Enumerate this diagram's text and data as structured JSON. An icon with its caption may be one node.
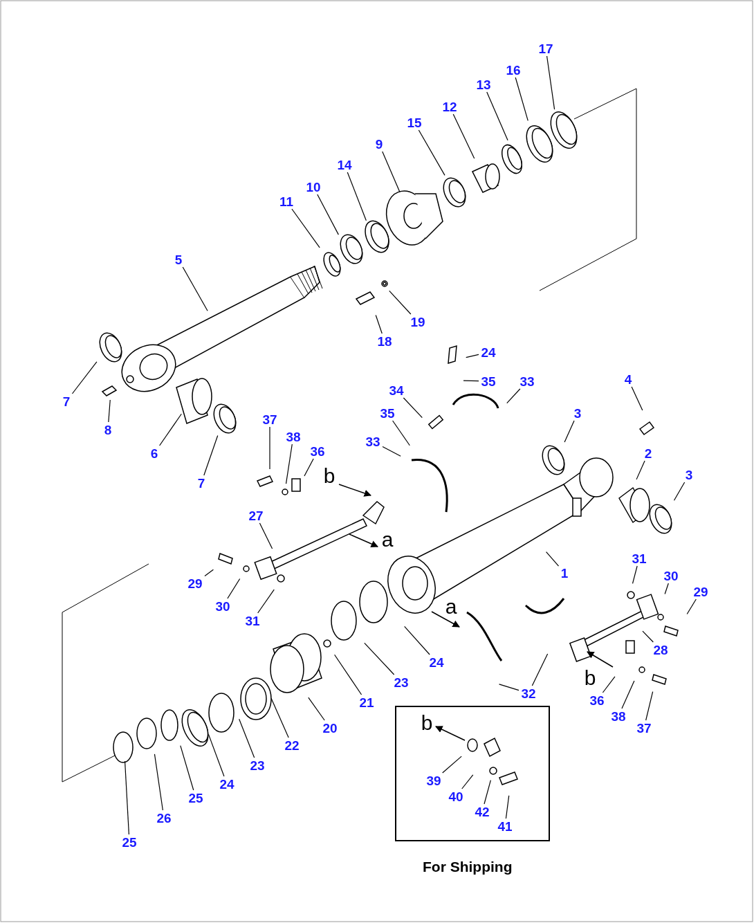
{
  "diagram": {
    "nodes": [
      {
        "text": [
          "17"
        ]
      },
      {
        "text": [
          "16"
        ]
      },
      {
        "text": [
          "13"
        ]
      },
      {
        "text": [
          "12"
        ]
      },
      {
        "text": [
          "15"
        ]
      },
      {
        "text": [
          "9"
        ]
      },
      {
        "text": [
          "14"
        ]
      },
      {
        "text": [
          "10"
        ]
      },
      {
        "text": [
          "11"
        ]
      },
      {
        "text": [
          "5"
        ]
      },
      {
        "text": [
          "19"
        ]
      },
      {
        "text": [
          "18"
        ]
      },
      {
        "text": [
          "24"
        ]
      },
      {
        "text": [
          "35"
        ]
      },
      {
        "text": [
          "33"
        ]
      },
      {
        "text": [
          "4"
        ]
      },
      {
        "text": [
          "34"
        ]
      },
      {
        "text": [
          "3"
        ]
      },
      {
        "text": [
          "35"
        ]
      },
      {
        "text": [
          "2"
        ]
      },
      {
        "text": [
          "33"
        ]
      },
      {
        "text": [
          "3"
        ]
      },
      {
        "text": [
          "7"
        ]
      },
      {
        "text": [
          "8"
        ]
      },
      {
        "text": [
          "37"
        ]
      },
      {
        "text": [
          "38"
        ]
      },
      {
        "text": [
          "36"
        ]
      },
      {
        "text": [
          "6"
        ]
      },
      {
        "text": [
          "7"
        ]
      },
      {
        "text": [
          "27"
        ]
      },
      {
        "text": [
          "1"
        ]
      },
      {
        "text": [
          "31"
        ]
      },
      {
        "text": [
          "30"
        ]
      },
      {
        "text": [
          "29"
        ]
      },
      {
        "text": [
          "29"
        ]
      },
      {
        "text": [
          "30"
        ]
      },
      {
        "text": [
          "31"
        ]
      },
      {
        "text": [
          "28"
        ]
      },
      {
        "text": [
          "24"
        ]
      },
      {
        "text": [
          "23"
        ]
      },
      {
        "text": [
          "32"
        ]
      },
      {
        "text": [
          "21"
        ]
      },
      {
        "text": [
          "36"
        ]
      },
      {
        "text": [
          "38"
        ]
      },
      {
        "text": [
          "37"
        ]
      },
      {
        "text": [
          "20"
        ]
      },
      {
        "text": [
          "22"
        ]
      },
      {
        "text": [
          "23"
        ]
      },
      {
        "text": [
          "24"
        ]
      },
      {
        "text": [
          "25"
        ]
      },
      {
        "text": [
          "26"
        ]
      },
      {
        "text": [
          "25"
        ]
      },
      {
        "text": [
          "For Shipping"
        ]
      },
      {
        "text": [
          "39"
        ],
        "in": 52
      },
      {
        "text": [
          "40"
        ],
        "in": 52
      },
      {
        "text": [
          "42"
        ],
        "in": 52
      },
      {
        "text": [
          "41"
        ],
        "in": 52
      }
    ],
    "edges": [
      {
        "from": 0,
        "to": null,
        "arrow": "none"
      },
      {
        "from": 1,
        "to": null,
        "arrow": "none"
      },
      {
        "from": 2,
        "to": null,
        "arrow": "none"
      },
      {
        "from": 3,
        "to": null,
        "arrow": "none"
      },
      {
        "from": 4,
        "to": null,
        "arrow": "none"
      },
      {
        "from": 5,
        "to": null,
        "arrow": "none"
      },
      {
        "from": 6,
        "to": null,
        "arrow": "none"
      },
      {
        "from": 7,
        "to": null,
        "arrow": "none"
      },
      {
        "from": 8,
        "to": null,
        "arrow": "none"
      },
      {
        "from": 9,
        "to": null,
        "arrow": "none"
      },
      {
        "from": 10,
        "to": null,
        "arrow": "none"
      },
      {
        "from": 11,
        "to": null,
        "arrow": "none"
      },
      {
        "from": 12,
        "to": null,
        "arrow": "none"
      },
      {
        "from": 13,
        "to": null,
        "arrow": "none"
      },
      {
        "from": 14,
        "to": null,
        "arrow": "none"
      },
      {
        "from": 15,
        "to": null,
        "arrow": "none"
      },
      {
        "from": 16,
        "to": null,
        "arrow": "none"
      },
      {
        "from": 17,
        "to": null,
        "arrow": "none"
      },
      {
        "from": 18,
        "to": null,
        "arrow": "none"
      },
      {
        "from": 19,
        "to": null,
        "arrow": "none"
      },
      {
        "from": 20,
        "to": null,
        "arrow": "none"
      },
      {
        "from": 21,
        "to": null,
        "arrow": "none"
      },
      {
        "from": 22,
        "to": null,
        "arrow": "none"
      },
      {
        "from": 23,
        "to": null,
        "arrow": "none"
      },
      {
        "from": 24,
        "to": null,
        "arrow": "none"
      },
      {
        "from": 25,
        "to": null,
        "arrow": "none"
      },
      {
        "from": 26,
        "to": null,
        "arrow": "none"
      },
      {
        "from": 27,
        "to": null,
        "arrow": "none"
      },
      {
        "from": 28,
        "to": null,
        "arrow": "none"
      },
      {
        "from": 29,
        "to": null,
        "arrow": "none"
      },
      {
        "from": 30,
        "to": null,
        "arrow": "none"
      },
      {
        "from": 31,
        "to": null,
        "arrow": "none"
      },
      {
        "from": 32,
        "to": null,
        "arrow": "none"
      },
      {
        "from": 33,
        "to": null,
        "arrow": "none"
      },
      {
        "from": 34,
        "to": null,
        "arrow": "none"
      },
      {
        "from": 35,
        "to": null,
        "arrow": "none"
      },
      {
        "from": 36,
        "to": null,
        "arrow": "none"
      },
      {
        "from": 37,
        "to": null,
        "arrow": "none"
      },
      {
        "from": 38,
        "to": null,
        "arrow": "none"
      },
      {
        "from": 39,
        "to": null,
        "arrow": "none"
      },
      {
        "from": 40,
        "to": null,
        "arrow": "none"
      },
      {
        "from": 41,
        "to": null,
        "arrow": "none"
      },
      {
        "from": 42,
        "to": null,
        "arrow": "none"
      },
      {
        "from": 43,
        "to": null,
        "arrow": "none"
      },
      {
        "from": 44,
        "to": null,
        "arrow": "none"
      },
      {
        "from": 45,
        "to": null,
        "arrow": "none"
      },
      {
        "from": 46,
        "to": null,
        "arrow": "none"
      },
      {
        "from": 47,
        "to": null,
        "arrow": "none"
      },
      {
        "from": 48,
        "to": null,
        "arrow": "none"
      },
      {
        "from": 49,
        "to": null,
        "arrow": "none"
      },
      {
        "from": 50,
        "to": null,
        "arrow": "none"
      },
      {
        "from": 51,
        "to": null,
        "arrow": "none"
      },
      {
        "from": 40,
        "to": null,
        "arrow": "none"
      },
      {
        "from": 53,
        "to": null,
        "arrow": "none"
      },
      {
        "from": 54,
        "to": null,
        "arrow": "none"
      },
      {
        "from": 55,
        "to": null,
        "arrow": "none"
      },
      {
        "from": 56,
        "to": null,
        "arrow": "none"
      }
    ],
    "labels": [
      "b",
      "a",
      "a",
      "b",
      "b"
    ]
  }
}
